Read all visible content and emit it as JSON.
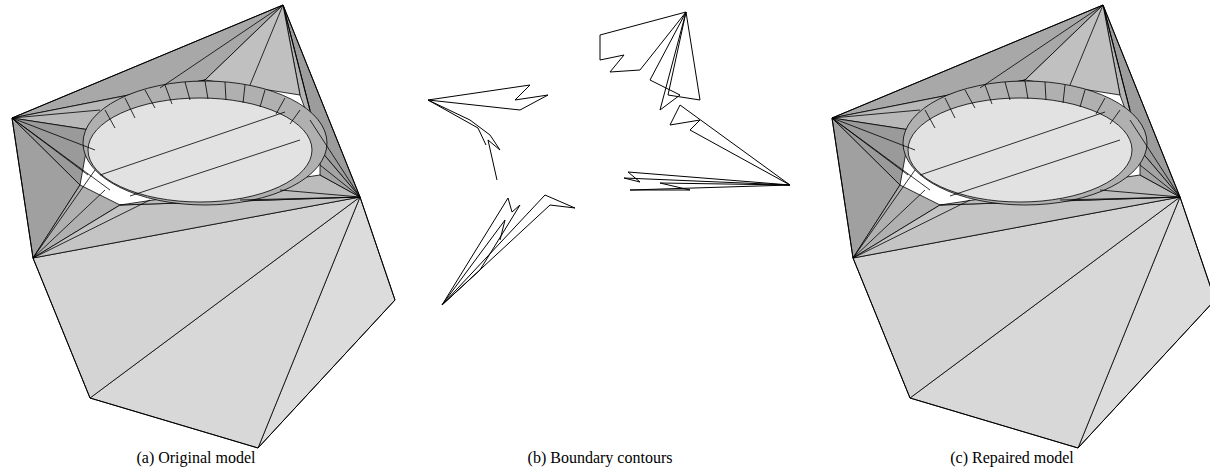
{
  "diagram": {
    "labels": [
      "(a) Original model",
      "(b) Boundary contours",
      "(c) Repaired model"
    ]
  }
}
